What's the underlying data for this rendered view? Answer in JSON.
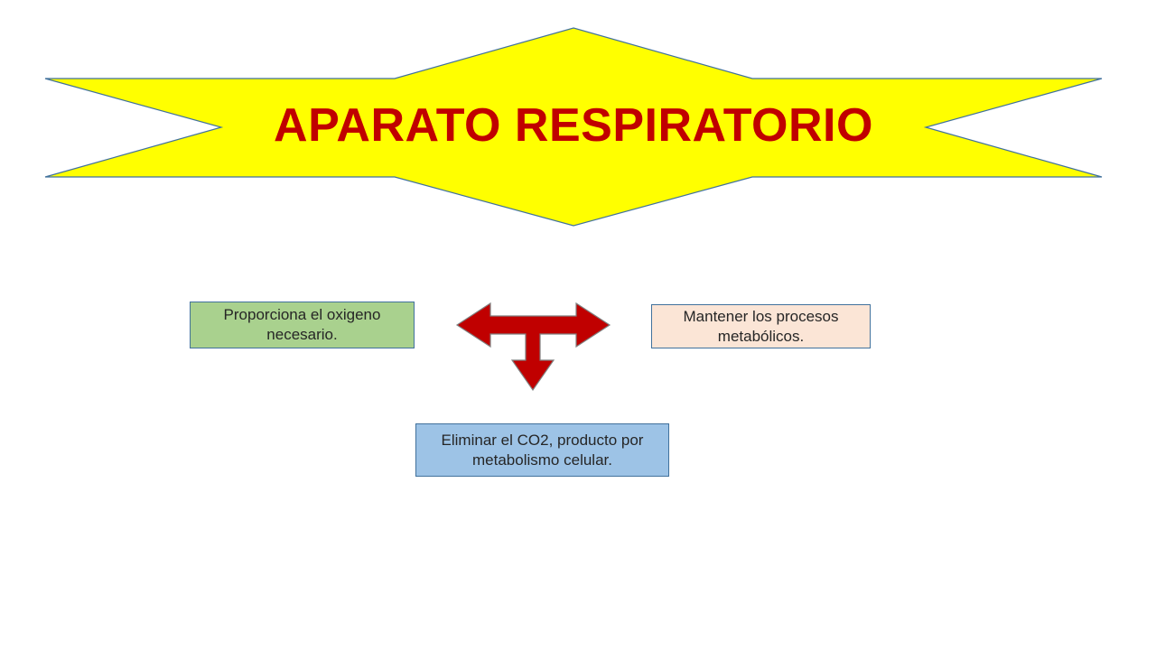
{
  "title": {
    "text": "APARATO  RESPIRATORIO",
    "color": "#c00000"
  },
  "banner": {
    "fill": "#ffff00",
    "stroke": "#41719c"
  },
  "arrow": {
    "fill": "#c00000",
    "stroke": "#7f7f7f"
  },
  "boxes": {
    "left": {
      "text": "Proporciona el oxigeno necesario.",
      "fill": "#a9d18e"
    },
    "right": {
      "text": "Mantener los procesos metabólicos.",
      "fill": "#fbe5d6"
    },
    "bottom": {
      "text": "Eliminar el CO2, producto por metabolismo celular.",
      "fill": "#9dc3e6"
    }
  }
}
